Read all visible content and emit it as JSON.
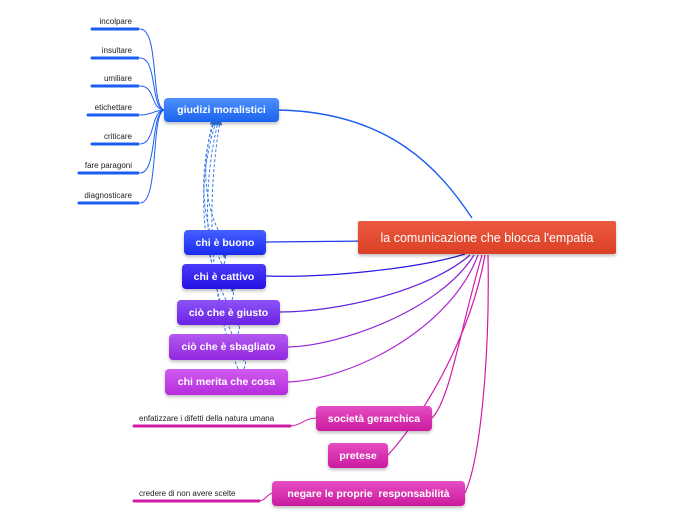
{
  "central": {
    "label": "la comunicazione che blocca l'empatia",
    "color": "#e04a30"
  },
  "branches": {
    "giudizi": "giudizi moralistici",
    "buono": "chi è buono",
    "cattivo": "chi è cattivo",
    "giusto": "ciò che è giusto",
    "sbagliato": "ciò che è sbagliato",
    "merita": "chi merita che cosa",
    "societa": "società gerarchica",
    "pretese": "pretese",
    "negare": "negare le proprie  responsabilità"
  },
  "leaves": {
    "giudizi": [
      "incolpare",
      "insultare",
      "umiliare",
      "etichettare",
      "criticare",
      "fare paragoni",
      "diagnosticare"
    ],
    "societa": "enfatizzare i difetti della natura umana",
    "negare": "credere di non avere scelte"
  },
  "colors": {
    "blue": "#2f74f5",
    "magenta": "#d81ba8",
    "violet": "#8a2be2"
  }
}
